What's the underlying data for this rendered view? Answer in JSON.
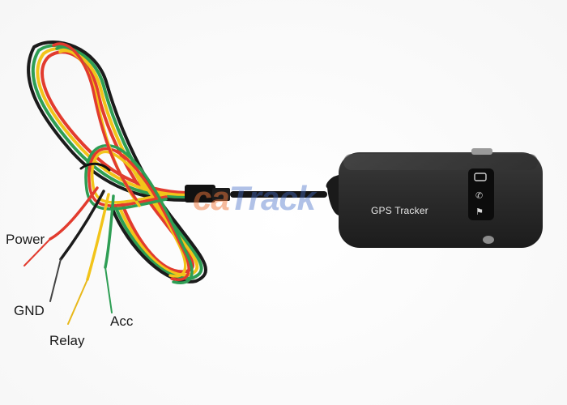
{
  "labels": {
    "power": "Power",
    "gnd": "GND",
    "relay": "Relay",
    "acc": "Acc"
  },
  "device": {
    "text": "GPS Tracker",
    "body_color": "#2b2b2b"
  },
  "watermark": {
    "text_part1": "ca",
    "text_part2": "Track",
    "colors": [
      "#466ec8",
      "#f0783c"
    ]
  },
  "wire_colors": {
    "red": "#e23b2e",
    "yellow": "#f2c41a",
    "green": "#2e9e54",
    "black": "#1b1b1b"
  }
}
